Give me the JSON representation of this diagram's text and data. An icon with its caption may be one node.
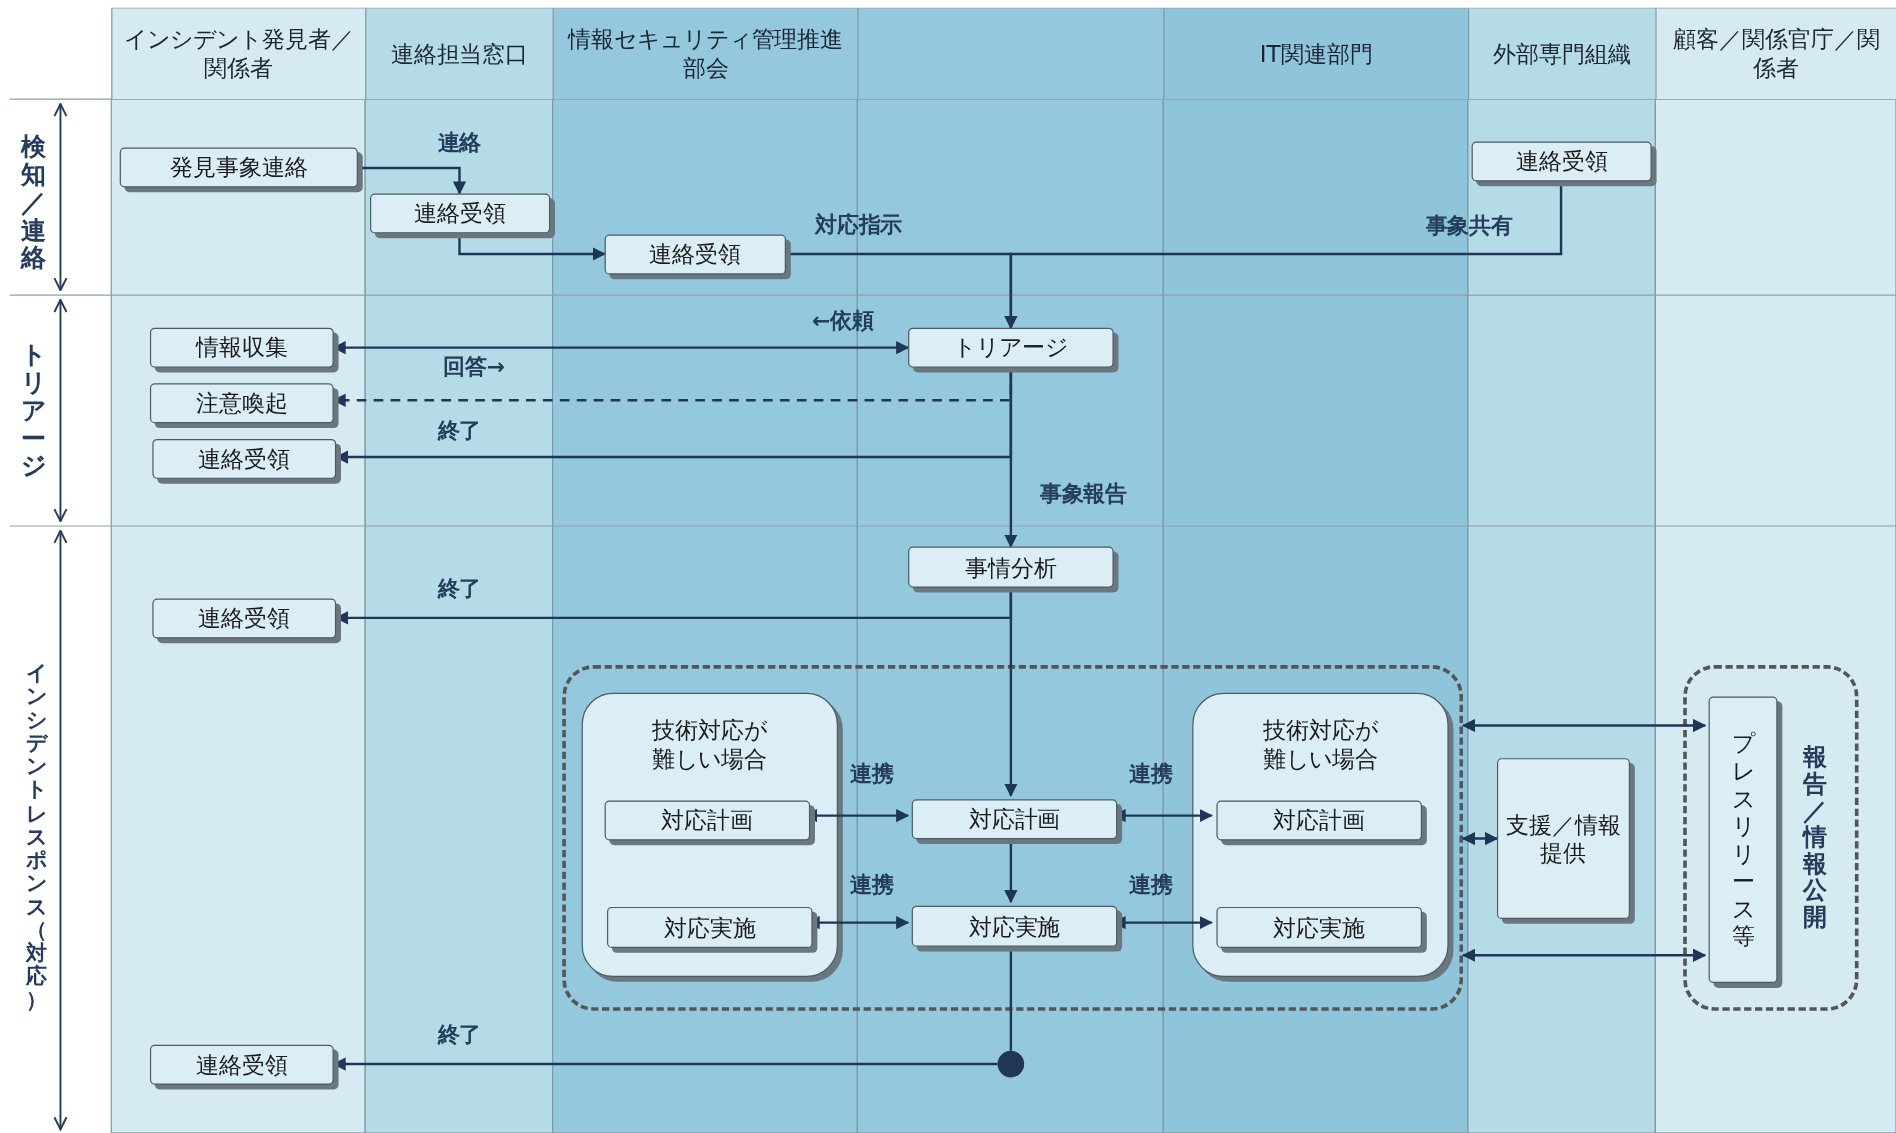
{
  "diagram": {
    "nodes": [
      {
        "text": [
          "インシデント発見者／関係者"
        ]
      },
      {
        "text": [
          "連絡担当窓口"
        ]
      },
      {
        "text": [
          "情報セキュリティ管理推進部会"
        ]
      },
      {
        "text": [],
        "shape": "box"
      },
      {
        "text": [
          "IT関連部門"
        ]
      },
      {
        "text": [
          "外部専門組織"
        ]
      },
      {
        "text": [
          "顧客／関係官庁／関係者"
        ]
      },
      {
        "text": [
          "発見事象連絡"
        ]
      },
      {
        "text": [
          "連絡受領"
        ]
      },
      {
        "text": [
          "連絡受領"
        ]
      },
      {
        "text": [
          "連絡受領"
        ]
      },
      {
        "text": [
          "情報収集"
        ]
      },
      {
        "text": [
          "トリアージ"
        ]
      },
      {
        "text": [
          "注意喚起"
        ]
      },
      {
        "text": [
          "連絡受領"
        ]
      },
      {
        "text": [
          "事情分析"
        ]
      },
      {
        "text": [
          "連絡受領"
        ]
      },
      {
        "text": [],
        "shape": "box"
      },
      {
        "text": [
          "技術対応が難しい場合"
        ],
        "in": 17
      },
      {
        "text": [
          "対応計画"
        ],
        "in": 18
      },
      {
        "text": [
          "対応実施"
        ],
        "in": 18
      },
      {
        "text": [
          "対応計画"
        ],
        "in": 17
      },
      {
        "text": [
          "対応実施"
        ],
        "in": 17
      },
      {
        "text": [
          "技術対応が難しい場合"
        ],
        "in": 17
      },
      {
        "text": [
          "対応計画"
        ],
        "in": 23
      },
      {
        "text": [
          "対応実施"
        ],
        "in": 23
      },
      {
        "text": [
          "支援／情報提供"
        ]
      },
      {
        "text": [
          "報告／情報公開"
        ]
      },
      {
        "text": [
          "プレスリリース等"
        ],
        "in": 27
      },
      {
        "text": [],
        "shape": "circle"
      },
      {
        "text": [
          "連絡受領"
        ]
      }
    ],
    "edges": [
      {
        "from": 7,
        "to": 8,
        "arrow": "to",
        "label": "連絡"
      },
      {
        "from": 8,
        "to": 9,
        "arrow": "to"
      },
      {
        "from": 9,
        "to": 12,
        "arrow": "to",
        "label": "対応指示"
      },
      {
        "from": 10,
        "to": 12,
        "arrow": "to",
        "label": "事象共有"
      },
      {
        "from": 12,
        "to": 11,
        "arrow": "both",
        "label": "←依頼"
      },
      {
        "from": 12,
        "to": 13,
        "arrow": "to",
        "style": "dashed"
      },
      {
        "from": 12,
        "to": 14,
        "arrow": "to",
        "label": "終了"
      },
      {
        "from": 12,
        "to": 15,
        "arrow": "to",
        "label": "事象報告"
      },
      {
        "from": 15,
        "to": 16,
        "arrow": "to",
        "label": "終了"
      },
      {
        "from": 15,
        "to": 21,
        "arrow": "to"
      },
      {
        "from": 19,
        "to": 21,
        "arrow": "both",
        "label": "連携"
      },
      {
        "from": 21,
        "to": 24,
        "arrow": "both",
        "label": "連携"
      },
      {
        "from": 21,
        "to": 22,
        "arrow": "to"
      },
      {
        "from": 20,
        "to": 22,
        "arrow": "both",
        "label": "連携"
      },
      {
        "from": 22,
        "to": 25,
        "arrow": "both",
        "label": "連携"
      },
      {
        "from": 17,
        "to": 26,
        "arrow": "both"
      },
      {
        "from": 17,
        "to": 28,
        "arrow": "both"
      },
      {
        "from": 17,
        "to": 28,
        "arrow": "both"
      },
      {
        "from": 22,
        "to": 29,
        "arrow": "none"
      },
      {
        "from": 29,
        "to": 30,
        "arrow": "to",
        "label": "終了"
      }
    ],
    "labels": [
      "検知／連絡",
      "トリアージ",
      "回答→",
      "インシデントレスポンス（対応）"
    ]
  }
}
